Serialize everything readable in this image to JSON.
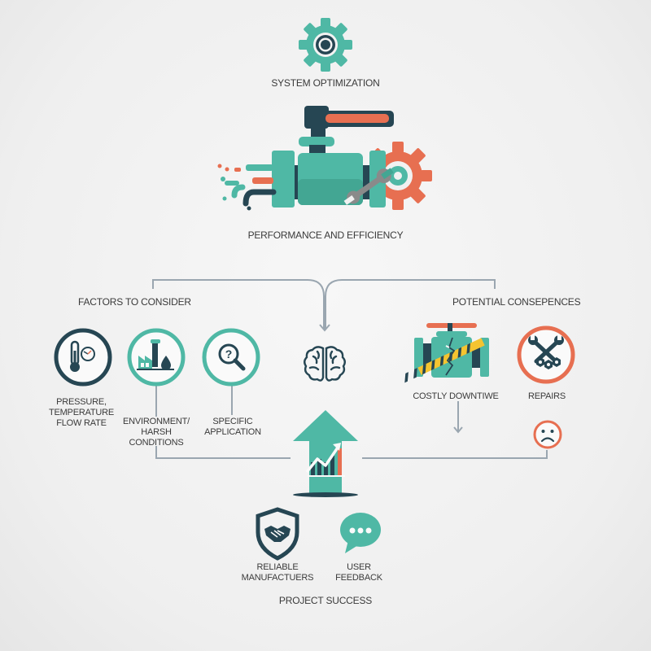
{
  "top": {
    "title": "SYSTEM OPTIMIZATION",
    "icon": "gear-target-icon"
  },
  "hero": {
    "title": "PERFORMANCE AND EFFICIENCY",
    "icon": "valve-with-wrench-gear-icon"
  },
  "factors": {
    "heading": "FACTORS TO CONSIDER",
    "items": [
      {
        "label_lines": [
          "PRESSURE,",
          "TEMPERATURE",
          "FLOW RATE"
        ],
        "icon": "thermometer-gauge-icon"
      },
      {
        "label_lines": [
          "ENVIRONMENT/",
          "HARSH",
          "CONDITIONS"
        ],
        "icon": "factory-droplet-icon"
      },
      {
        "label_lines": [
          "SPECIFIC",
          "APPLICATION"
        ],
        "icon": "magnifier-question-icon"
      }
    ]
  },
  "center": {
    "icon": "brain-icon",
    "growth_icon": "arrow-up-chart-icon"
  },
  "consequences": {
    "heading": "POTENTIAL CONSEPENCES",
    "items": [
      {
        "label": "COSTLY DOWNTIWE",
        "icon": "broken-valve-icon"
      },
      {
        "label": "REPAIRS",
        "icon": "wrenches-nuts-icon"
      }
    ],
    "sad_icon": "sad-face-icon"
  },
  "success": {
    "items": [
      {
        "label_lines": [
          "RELIABLE",
          "MANUFACTUERS"
        ],
        "icon": "handshake-shield-icon"
      },
      {
        "label_lines": [
          "USER",
          "FEEDBACK"
        ],
        "icon": "chat-bubble-icon"
      }
    ],
    "title": "PROJECT SUCCESS"
  },
  "colors": {
    "teal": "#4fb8a5",
    "navy": "#264653",
    "orange": "#e76f51",
    "line": "#9aa6b0",
    "text": "#3a3a3a"
  }
}
